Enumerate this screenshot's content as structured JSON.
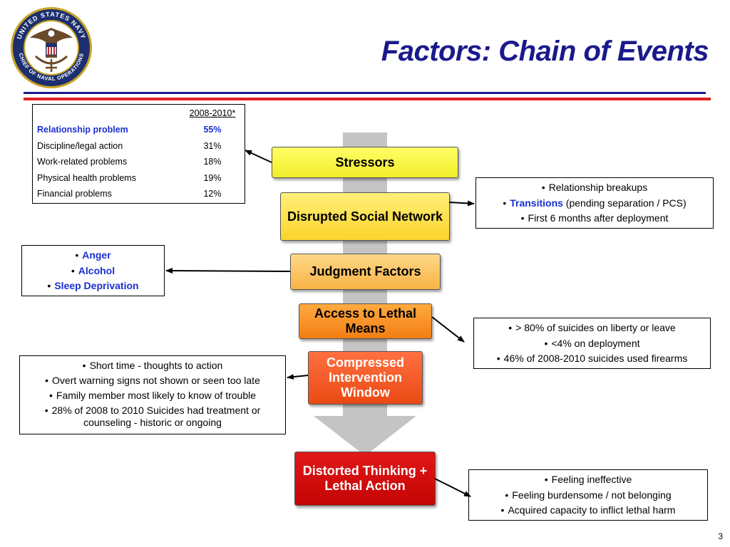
{
  "header": {
    "title": "Factors: Chain of Events",
    "logo_text_top": "UNITED STATES NAVY",
    "logo_text_bottom": "CHIEF OF NAVAL OPERATIONS"
  },
  "table": {
    "column_header": "2008-2010*",
    "rows": [
      {
        "label": "Relationship problem",
        "value": "55%"
      },
      {
        "label": "Discipline/legal action",
        "value": "31%"
      },
      {
        "label": "Work-related problems",
        "value": "18%"
      },
      {
        "label": "Physical health problems",
        "value": "19%"
      },
      {
        "label": "Financial problems",
        "value": "12%"
      }
    ]
  },
  "flow": {
    "stressors": "Stressors",
    "disrupted": "Disrupted Social Network",
    "judgment": "Judgment Factors",
    "access": "Access to Lethal Means",
    "compressed": "Compressed Intervention Window",
    "distorted": "Distorted Thinking + Lethal Action"
  },
  "bullets": {
    "relationship": {
      "b1": "Relationship breakups",
      "b2_hl": "Transitions",
      "b2_rest": " (pending separation / PCS)",
      "b3": "First 6 months after deployment"
    },
    "anger": {
      "b1": "Anger",
      "b2": "Alcohol",
      "b3": "Sleep Deprivation"
    },
    "liberty": {
      "b1": "> 80% of suicides on liberty or leave",
      "b2": "<4% on deployment",
      "b3": "46% of 2008-2010 suicides used firearms"
    },
    "short": {
      "b1": "Short time - thoughts to action",
      "b2": "Overt warning signs not shown or seen too late",
      "b3": "Family member most likely to know of trouble",
      "b4": "28% of 2008 to 2010 Suicides had treatment or counseling - historic or ongoing"
    },
    "feeling": {
      "b1": "Feeling ineffective",
      "b2": "Feeling burdensome / not belonging",
      "b3": "Acquired capacity to inflict lethal harm"
    },
    "bullet_glyph": "•"
  },
  "page_number": "3",
  "colors": {
    "title": "#1a1a8c",
    "rule_blue": "#1a1a8c",
    "rule_red": "#e02020",
    "highlight_blue": "#1a2fd0",
    "arrow_gray": "#c4c4c4"
  }
}
